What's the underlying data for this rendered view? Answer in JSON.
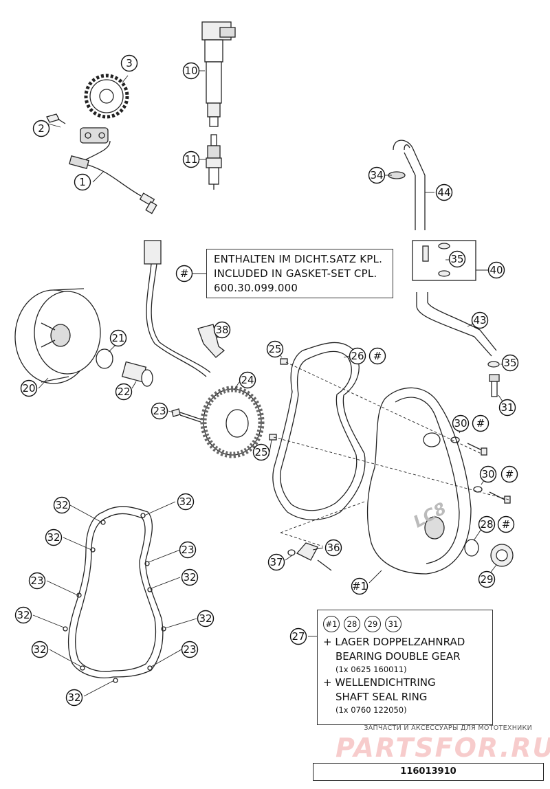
{
  "callouts": [
    {
      "id": "c1",
      "label": "1"
    },
    {
      "id": "c2",
      "label": "2"
    },
    {
      "id": "c3",
      "label": "3"
    },
    {
      "id": "c10",
      "label": "10"
    },
    {
      "id": "c11",
      "label": "11"
    },
    {
      "id": "c20",
      "label": "20"
    },
    {
      "id": "c21",
      "label": "21"
    },
    {
      "id": "c22",
      "label": "22"
    },
    {
      "id": "c23a",
      "label": "23"
    },
    {
      "id": "c24",
      "label": "24"
    },
    {
      "id": "c25a",
      "label": "25"
    },
    {
      "id": "c25b",
      "label": "25"
    },
    {
      "id": "c26",
      "label": "26"
    },
    {
      "id": "c26h",
      "label": "#"
    },
    {
      "id": "c28",
      "label": "28"
    },
    {
      "id": "c28h",
      "label": "#"
    },
    {
      "id": "c29",
      "label": "29"
    },
    {
      "id": "c30a",
      "label": "30"
    },
    {
      "id": "c30ah",
      "label": "#"
    },
    {
      "id": "c30b",
      "label": "30"
    },
    {
      "id": "c30bh",
      "label": "#"
    },
    {
      "id": "c31",
      "label": "31"
    },
    {
      "id": "c34",
      "label": "34"
    },
    {
      "id": "c35a",
      "label": "35"
    },
    {
      "id": "c35b",
      "label": "35"
    },
    {
      "id": "c36",
      "label": "36"
    },
    {
      "id": "c37",
      "label": "37"
    },
    {
      "id": "c38",
      "label": "38"
    },
    {
      "id": "c40",
      "label": "40"
    },
    {
      "id": "c43",
      "label": "43"
    },
    {
      "id": "c44",
      "label": "44"
    },
    {
      "id": "c1h",
      "label": "#1"
    },
    {
      "id": "chash",
      "label": "#"
    },
    {
      "id": "c27",
      "label": "27"
    },
    {
      "id": "c32a",
      "label": "32"
    },
    {
      "id": "c32b",
      "label": "32"
    },
    {
      "id": "c32c",
      "label": "32"
    },
    {
      "id": "c32d",
      "label": "32"
    },
    {
      "id": "c32e",
      "label": "32"
    },
    {
      "id": "c32f",
      "label": "32"
    },
    {
      "id": "c32g",
      "label": "32"
    },
    {
      "id": "c32h",
      "label": "32"
    },
    {
      "id": "c23b",
      "label": "23"
    },
    {
      "id": "c23c",
      "label": "23"
    },
    {
      "id": "c23d",
      "label": "23"
    }
  ],
  "gasket_note": {
    "line1": "ENTHALTEN IM DICHT.SATZ KPL.",
    "line2": "INCLUDED IN GASKET-SET CPL.",
    "line3": "600.30.099.000"
  },
  "kit_note": {
    "refs": [
      "#1",
      "28",
      "29",
      "31"
    ],
    "item1_line1": "+ LAGER DOPPELZAHNRAD",
    "item1_line2": "BEARING DOUBLE GEAR",
    "item1_part": "(1x 0625 160011)",
    "item2_line1": "+ WELLENDICHTRING",
    "item2_line2": "SHAFT SEAL RING",
    "item2_part": "(1x 0760 122050)"
  },
  "watermark": {
    "tagline": "ЗАПЧАСТИ И АКСЕССУАРЫ ДЛЯ МОТОТЕХНИКИ",
    "logo": "PARTSFOR.RU"
  },
  "part_number": "116013910"
}
